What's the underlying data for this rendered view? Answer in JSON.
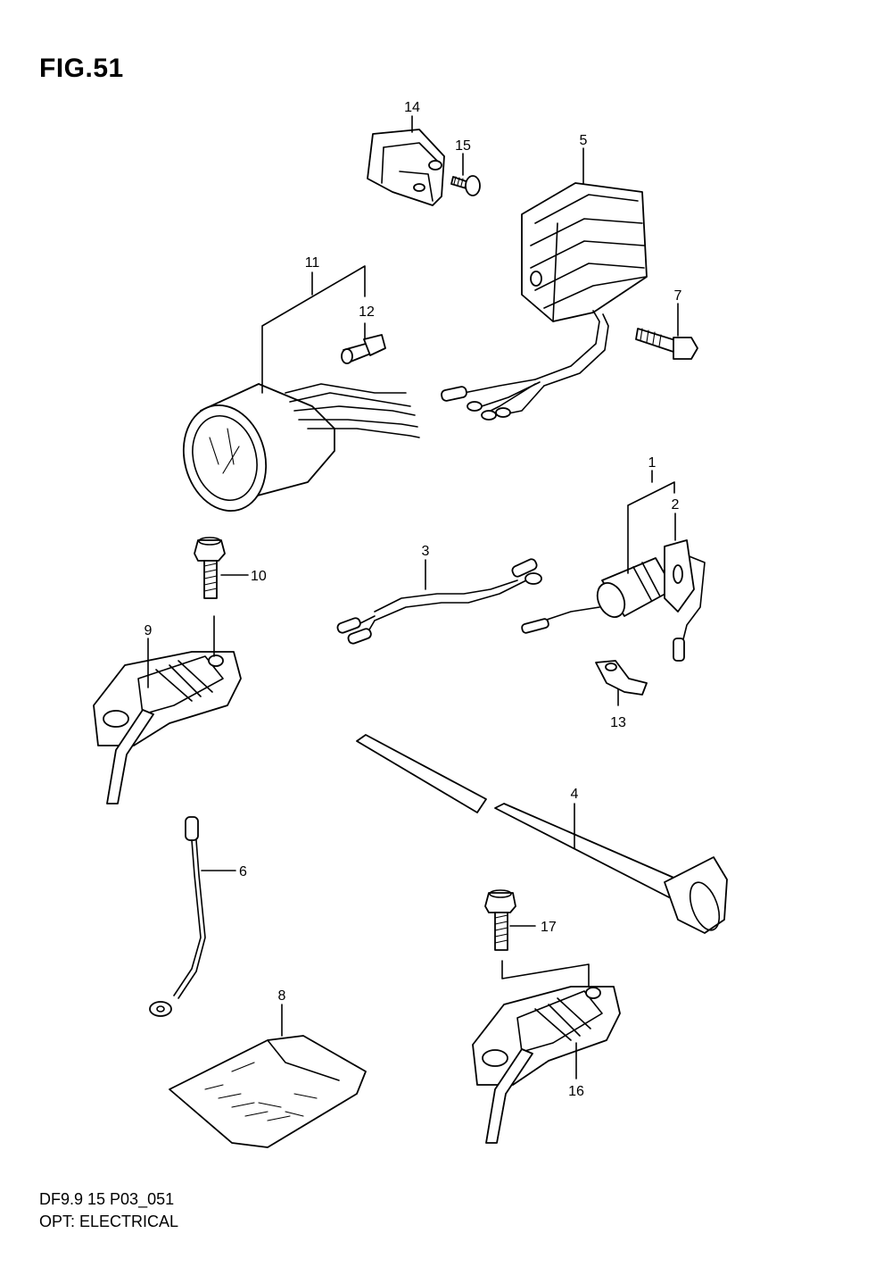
{
  "figure": {
    "title": "FIG.51",
    "model_code": "DF9.9 15 P03_051",
    "description": "OPT: ELECTRICAL"
  },
  "callouts": [
    {
      "id": "c1",
      "label": "1"
    },
    {
      "id": "c2",
      "label": "2"
    },
    {
      "id": "c3",
      "label": "3"
    },
    {
      "id": "c4",
      "label": "4"
    },
    {
      "id": "c5",
      "label": "5"
    },
    {
      "id": "c6",
      "label": "6"
    },
    {
      "id": "c7",
      "label": "7"
    },
    {
      "id": "c8",
      "label": "8"
    },
    {
      "id": "c9",
      "label": "9"
    },
    {
      "id": "c10",
      "label": "10"
    },
    {
      "id": "c11",
      "label": "11"
    },
    {
      "id": "c12",
      "label": "12"
    },
    {
      "id": "c13",
      "label": "13"
    },
    {
      "id": "c14",
      "label": "14"
    },
    {
      "id": "c15",
      "label": "15"
    },
    {
      "id": "c16",
      "label": "16"
    },
    {
      "id": "c17",
      "label": "17"
    }
  ]
}
